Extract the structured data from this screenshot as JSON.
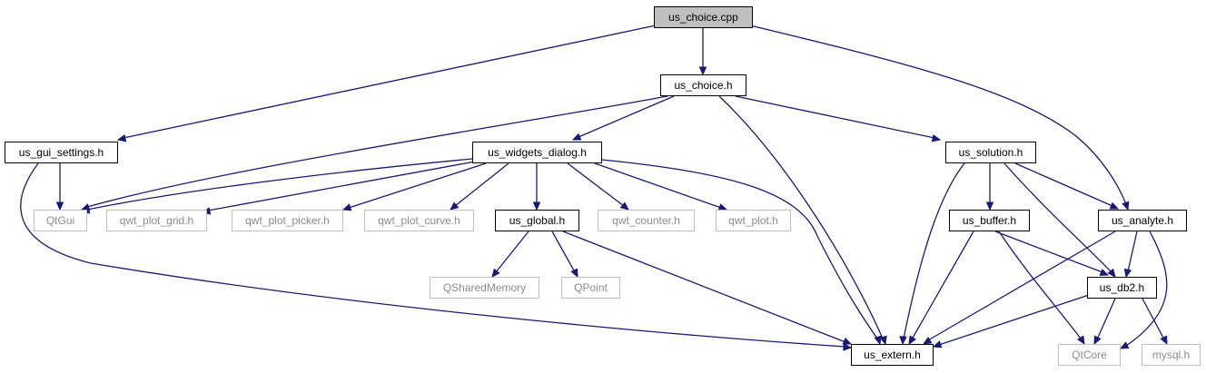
{
  "colors": {
    "edge": "#191970",
    "node_border": "#000000",
    "external_border": "#bfbfbf",
    "external_text": "#8c8c8c",
    "root_fill": "#bfbfbf"
  },
  "nodes": {
    "us_choice_cpp": "us_choice.cpp",
    "us_choice_h": "us_choice.h",
    "us_gui_settings_h": "us_gui_settings.h",
    "us_widgets_dialog_h": "us_widgets_dialog.h",
    "us_solution_h": "us_solution.h",
    "qtgui": "QtGui",
    "qwt_plot_grid_h": "qwt_plot_grid.h",
    "qwt_plot_picker_h": "qwt_plot_picker.h",
    "qwt_plot_curve_h": "qwt_plot_curve.h",
    "us_global_h": "us_global.h",
    "qwt_counter_h": "qwt_counter.h",
    "qwt_plot_h": "qwt_plot.h",
    "us_buffer_h": "us_buffer.h",
    "us_analyte_h": "us_analyte.h",
    "qsharedmemory": "QSharedMemory",
    "qpoint": "QPoint",
    "us_db2_h": "us_db2.h",
    "us_extern_h": "us_extern.h",
    "qtcore": "QtCore",
    "mysql_h": "mysql.h"
  }
}
